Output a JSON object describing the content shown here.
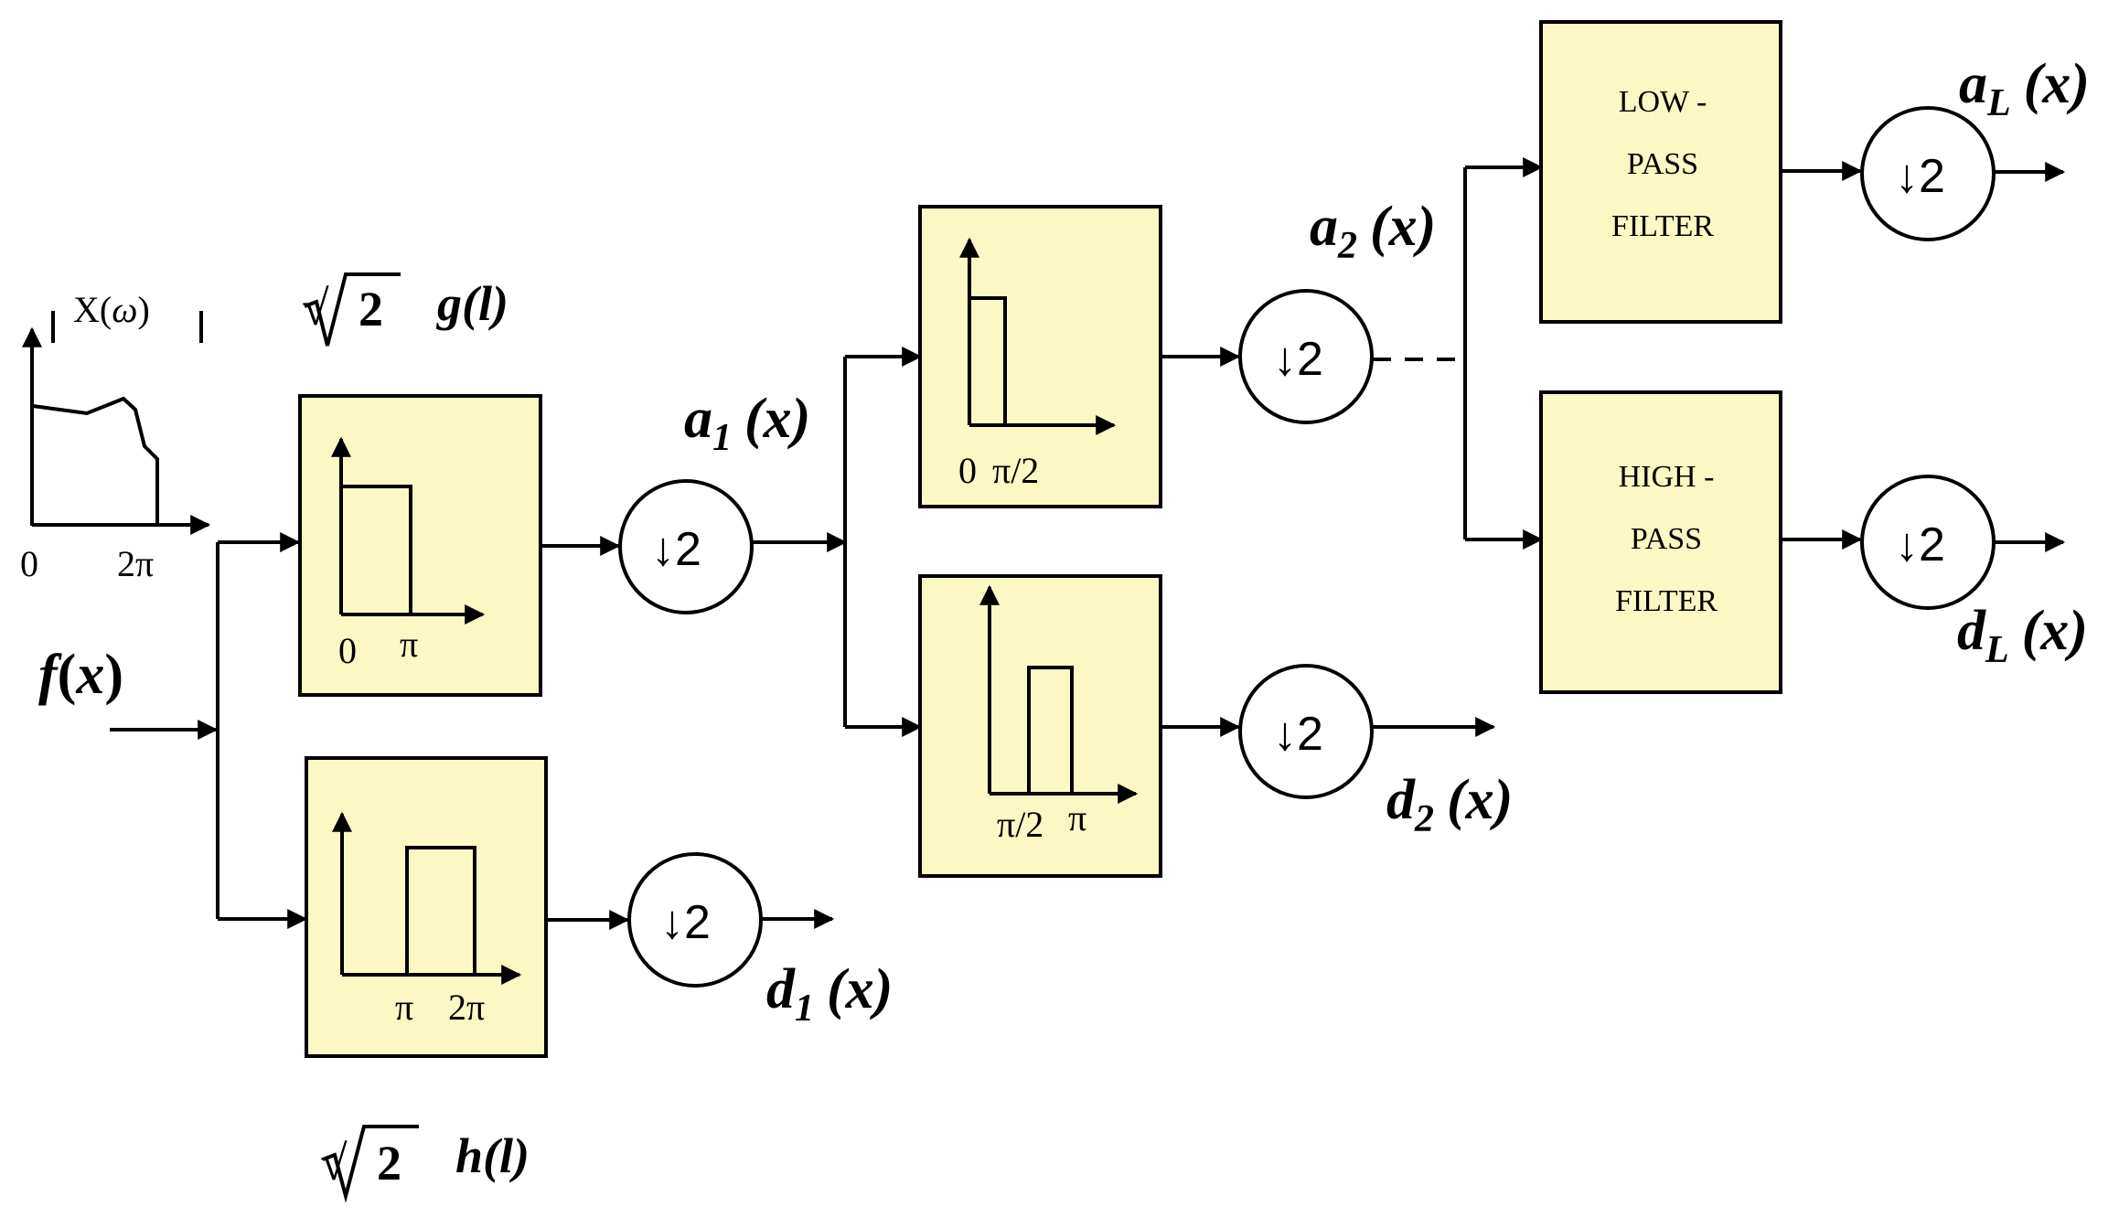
{
  "spectrum": {
    "label": "|X(ω)|",
    "tick_start": "0",
    "tick_end": "2π"
  },
  "input": {
    "label": "f(x)"
  },
  "stage1": {
    "lowpass_coef_label": "√2 g(l)",
    "highpass_coef_label": "√2 h(l)",
    "lowpass_ticks": [
      "0",
      "π"
    ],
    "highpass_ticks": [
      "π",
      "2π"
    ],
    "downsample_label": "↓2",
    "approx_output": "a1(x)",
    "detail_output": "d1(x)"
  },
  "stage2": {
    "lowpass_ticks": [
      "0",
      "π/2"
    ],
    "highpass_ticks": [
      "π/2",
      "π"
    ],
    "downsample_label": "↓2",
    "approx_output": "a2(x)",
    "detail_output": "d2(x)"
  },
  "stageL": {
    "lowpass_label": [
      "LOW -",
      "PASS",
      "FILTER"
    ],
    "highpass_label": [
      "HIGH -",
      "PASS",
      "FILTER"
    ],
    "downsample_label": "↓2",
    "approx_output": "aL(x)",
    "detail_output": "dL(x)"
  },
  "colors": {
    "filter_fill": "#fbf8c4",
    "stroke": "#000000"
  }
}
